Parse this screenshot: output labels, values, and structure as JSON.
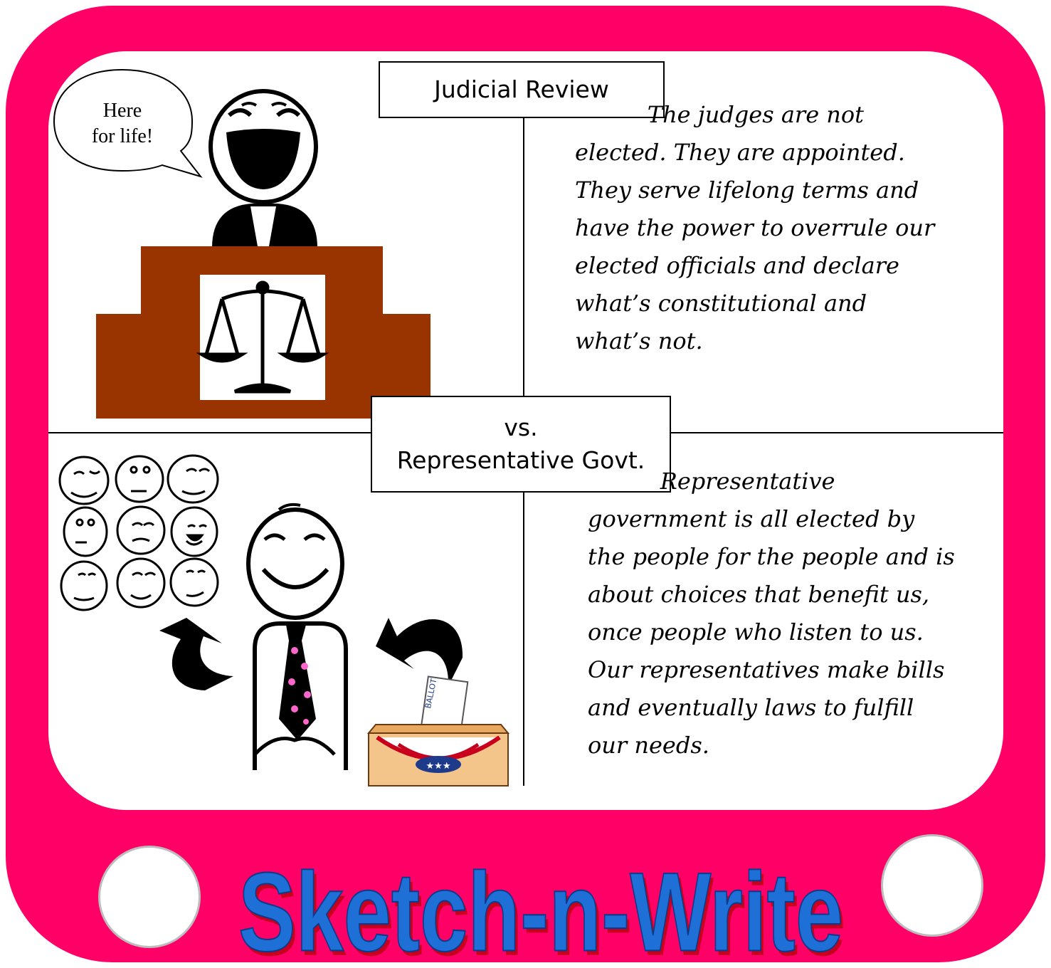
{
  "judicial": {
    "title": "Judicial Review",
    "speech": [
      "Here",
      "for life!"
    ],
    "text_lines": [
      "          The judges are not",
      "elected. They are appointed.",
      "They serve lifelong terms and",
      "have the power to overrule our",
      "elected officials and declare",
      "what’s constitutional and",
      "what’s not."
    ]
  },
  "vs_label": [
    "vs.",
    "Representative Govt."
  ],
  "representative": {
    "text_lines": [
      "          Representative",
      "government is all elected by",
      "the people for the people and is",
      "about choices that benefit us,",
      "once people who listen to us.",
      "Our representatives make bills",
      "and eventually laws to fulfill",
      "our needs."
    ],
    "ballot_label": "BALLOT"
  },
  "brand": {
    "logo_text": "Sketch-n-Write",
    "frame_color": "#ff0066",
    "logo_color": "#1e6fd6",
    "logo_shadow": "#c8001e",
    "bench_color": "#993300"
  }
}
